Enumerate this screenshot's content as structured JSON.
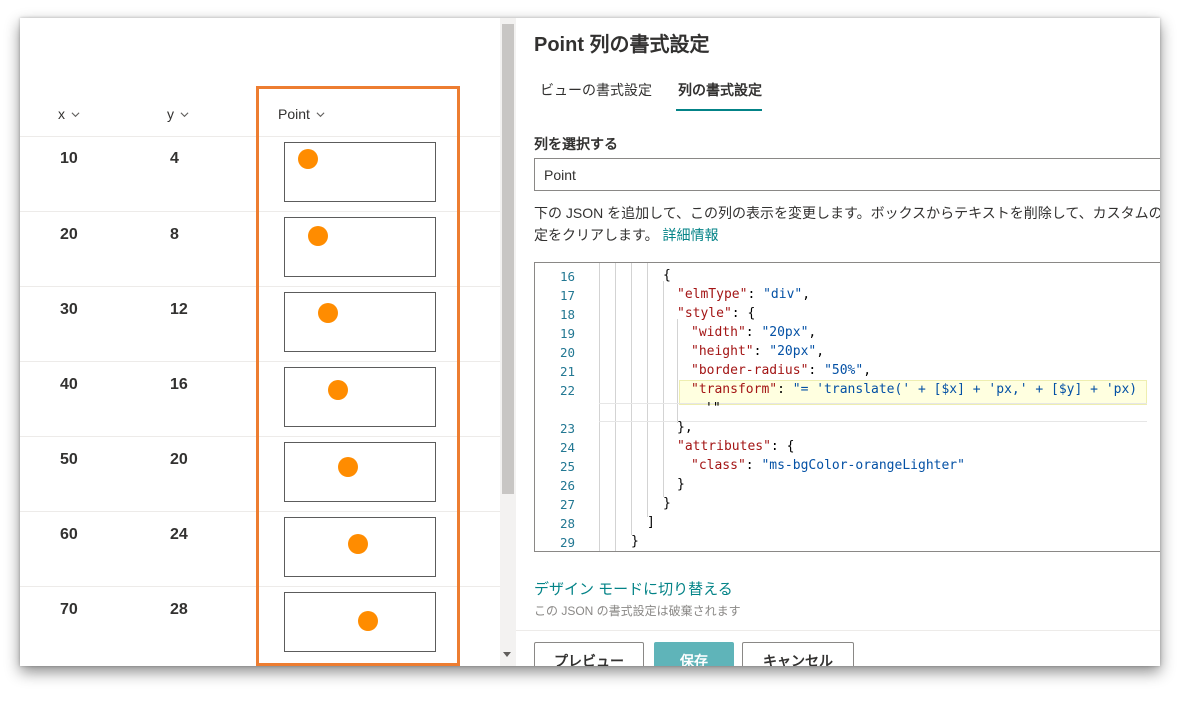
{
  "list": {
    "columns": [
      {
        "label": "x"
      },
      {
        "label": "y"
      },
      {
        "label": "Point"
      }
    ],
    "rows": [
      {
        "x": "10",
        "y": "4"
      },
      {
        "x": "20",
        "y": "8"
      },
      {
        "x": "30",
        "y": "12"
      },
      {
        "x": "40",
        "y": "16"
      },
      {
        "x": "50",
        "y": "20"
      },
      {
        "x": "60",
        "y": "24"
      },
      {
        "x": "70",
        "y": "28"
      }
    ],
    "dot_color": "#ff8c00",
    "highlight_color": "#ed7d31"
  },
  "panel": {
    "title": "Point 列の書式設定",
    "tabs": [
      {
        "label": "ビューの書式設定",
        "active": false
      },
      {
        "label": "列の書式設定",
        "active": true
      }
    ],
    "select_label": "列を選択する",
    "select_value": "Point",
    "description_line1": "下の JSON を追加して、この列の表示を変更します。ボックスからテキストを削除して、カスタムの",
    "description_line2": "定をクリアします。",
    "more_info_link": "詳細情報",
    "editor_lines": [
      {
        "num": "16",
        "text": "{"
      },
      {
        "num": "17",
        "text": "\"elmType\": \"div\","
      },
      {
        "num": "18",
        "text": "\"style\": {"
      },
      {
        "num": "19",
        "text": "\"width\": \"20px\","
      },
      {
        "num": "20",
        "text": "\"height\": \"20px\","
      },
      {
        "num": "21",
        "text": "\"border-radius\": \"50%\","
      },
      {
        "num": "22",
        "text": "\"transform\": \"= 'translate(' + [$x] + 'px,' + [$y] + 'px)"
      },
      {
        "num": "",
        "text": "'\""
      },
      {
        "num": "23",
        "text": "},"
      },
      {
        "num": "24",
        "text": "\"attributes\": {"
      },
      {
        "num": "25",
        "text": "\"class\": \"ms-bgColor-orangeLighter\""
      },
      {
        "num": "26",
        "text": "}"
      },
      {
        "num": "27",
        "text": "}"
      },
      {
        "num": "28",
        "text": "]"
      },
      {
        "num": "29",
        "text": "}"
      }
    ],
    "design_mode_link": "デザイン モードに切り替える",
    "design_mode_note": "この JSON の書式設定は破棄されます",
    "buttons": {
      "preview": "プレビュー",
      "save": "保存",
      "cancel": "キャンセル"
    },
    "accent_color": "#038387"
  }
}
